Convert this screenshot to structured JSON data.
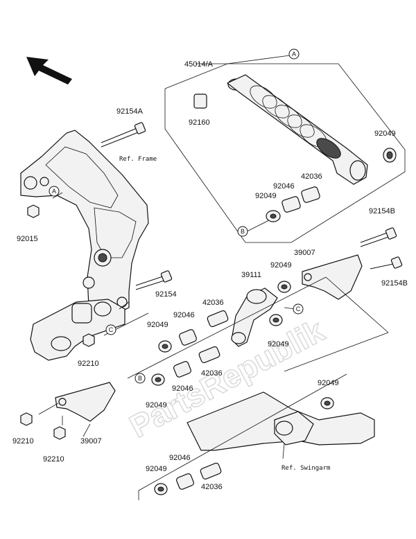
{
  "watermark": "PartsRepublik",
  "refs": {
    "frame": "Ref. Frame",
    "swingarm": "Ref. Swingarm"
  },
  "circle_markers": {
    "a": "A",
    "b": "B",
    "c": "C"
  },
  "labels": [
    {
      "id": "45014A",
      "text": "45014/A"
    },
    {
      "id": "92160",
      "text": "92160"
    },
    {
      "id": "92049-shock",
      "text": "92049"
    },
    {
      "id": "92154A",
      "text": "92154A"
    },
    {
      "id": "42036-top",
      "text": "42036"
    },
    {
      "id": "92046-top",
      "text": "92046"
    },
    {
      "id": "92049-top",
      "text": "92049"
    },
    {
      "id": "92015",
      "text": "92015"
    },
    {
      "id": "92154B-top",
      "text": "92154B"
    },
    {
      "id": "39007-top",
      "text": "39007"
    },
    {
      "id": "92049-mid",
      "text": "92049"
    },
    {
      "id": "39111",
      "text": "39111"
    },
    {
      "id": "92154B",
      "text": "92154B"
    },
    {
      "id": "92154",
      "text": "92154"
    },
    {
      "id": "42036-mid",
      "text": "42036"
    },
    {
      "id": "92046-mid",
      "text": "92046"
    },
    {
      "id": "92049-left",
      "text": "92049"
    },
    {
      "id": "92049-c",
      "text": "92049"
    },
    {
      "id": "92210-mid",
      "text": "92210"
    },
    {
      "id": "42036-low",
      "text": "42036"
    },
    {
      "id": "92046-low",
      "text": "92046"
    },
    {
      "id": "92049-low",
      "text": "92049"
    },
    {
      "id": "92049-arm",
      "text": "92049"
    },
    {
      "id": "92210-left",
      "text": "92210"
    },
    {
      "id": "92210-bottom",
      "text": "92210"
    },
    {
      "id": "39007-bottom",
      "text": "39007"
    },
    {
      "id": "92046-bottom",
      "text": "92046"
    },
    {
      "id": "92049-bottom",
      "text": "92049"
    },
    {
      "id": "42036-bottom",
      "text": "42036"
    }
  ]
}
